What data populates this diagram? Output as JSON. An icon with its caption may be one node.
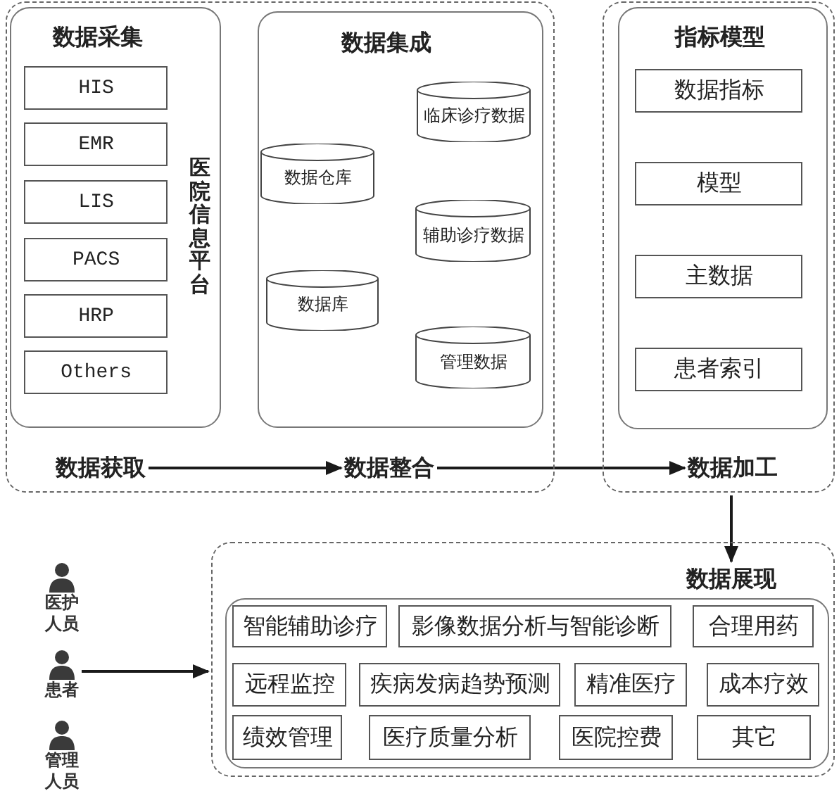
{
  "diagram": {
    "nodes": [
      {
        "text": [],
        "shape": "box"
      },
      {
        "text": [
          "数据采集",
          "医院信息平台"
        ],
        "in": 0
      },
      {
        "text": [
          "HIS"
        ],
        "in": 1
      },
      {
        "text": [
          "EMR"
        ],
        "in": 1
      },
      {
        "text": [
          "LIS"
        ],
        "in": 1
      },
      {
        "text": [
          "PACS"
        ],
        "in": 1
      },
      {
        "text": [
          "HRP"
        ],
        "in": 1
      },
      {
        "text": [
          "Others"
        ],
        "in": 1
      },
      {
        "text": [
          "数据集成"
        ],
        "in": 0
      },
      {
        "text": [
          "临床诊疗数据"
        ],
        "in": 8
      },
      {
        "text": [
          "数据仓库"
        ],
        "in": 8
      },
      {
        "text": [
          "辅助诊疗数据"
        ],
        "in": 8
      },
      {
        "text": [
          "数据库"
        ],
        "in": 8
      },
      {
        "text": [
          "管理数据"
        ],
        "in": 8
      },
      {
        "text": [
          "数据获取"
        ],
        "in": 0
      },
      {
        "text": [
          "数据整合"
        ],
        "in": 0
      },
      {
        "text": [],
        "shape": "box"
      },
      {
        "text": [
          "指标模型"
        ],
        "in": 16
      },
      {
        "text": [
          "数据指标"
        ],
        "in": 17
      },
      {
        "text": [
          "模型"
        ],
        "in": 17
      },
      {
        "text": [
          "主数据"
        ],
        "in": 17
      },
      {
        "text": [
          "患者索引"
        ],
        "in": 17
      },
      {
        "text": [
          "数据加工"
        ],
        "in": 16
      },
      {
        "text": [],
        "shape": "box"
      },
      {
        "text": [
          "数据展现"
        ],
        "in": 23
      },
      {
        "text": [],
        "shape": "box",
        "in": 23
      },
      {
        "text": [
          "智能辅助诊疗"
        ],
        "in": 25
      },
      {
        "text": [
          "影像数据分析与智能诊断"
        ],
        "in": 25
      },
      {
        "text": [
          "合理用药"
        ],
        "in": 25
      },
      {
        "text": [
          "远程监控"
        ],
        "in": 25
      },
      {
        "text": [
          "疾病发病趋势预测"
        ],
        "in": 25
      },
      {
        "text": [
          "精准医疗"
        ],
        "in": 25
      },
      {
        "text": [
          "成本疗效"
        ],
        "in": 25
      },
      {
        "text": [
          "绩效管理"
        ],
        "in": 25
      },
      {
        "text": [
          "医疗质量分析"
        ],
        "in": 25
      },
      {
        "text": [
          "医院控费"
        ],
        "in": 25
      },
      {
        "text": [
          "其它"
        ],
        "in": 25
      },
      {
        "text": [
          "医护人员"
        ]
      },
      {
        "text": [
          "患者"
        ]
      },
      {
        "text": [
          "管理人员"
        ]
      }
    ],
    "edges": [
      {
        "from": 14,
        "to": 15,
        "arrow": "to"
      },
      {
        "from": 15,
        "to": 22,
        "arrow": "to"
      },
      {
        "from": 16,
        "to": 24,
        "arrow": "to"
      },
      {
        "from": 38,
        "to": 23,
        "arrow": "to"
      }
    ]
  }
}
